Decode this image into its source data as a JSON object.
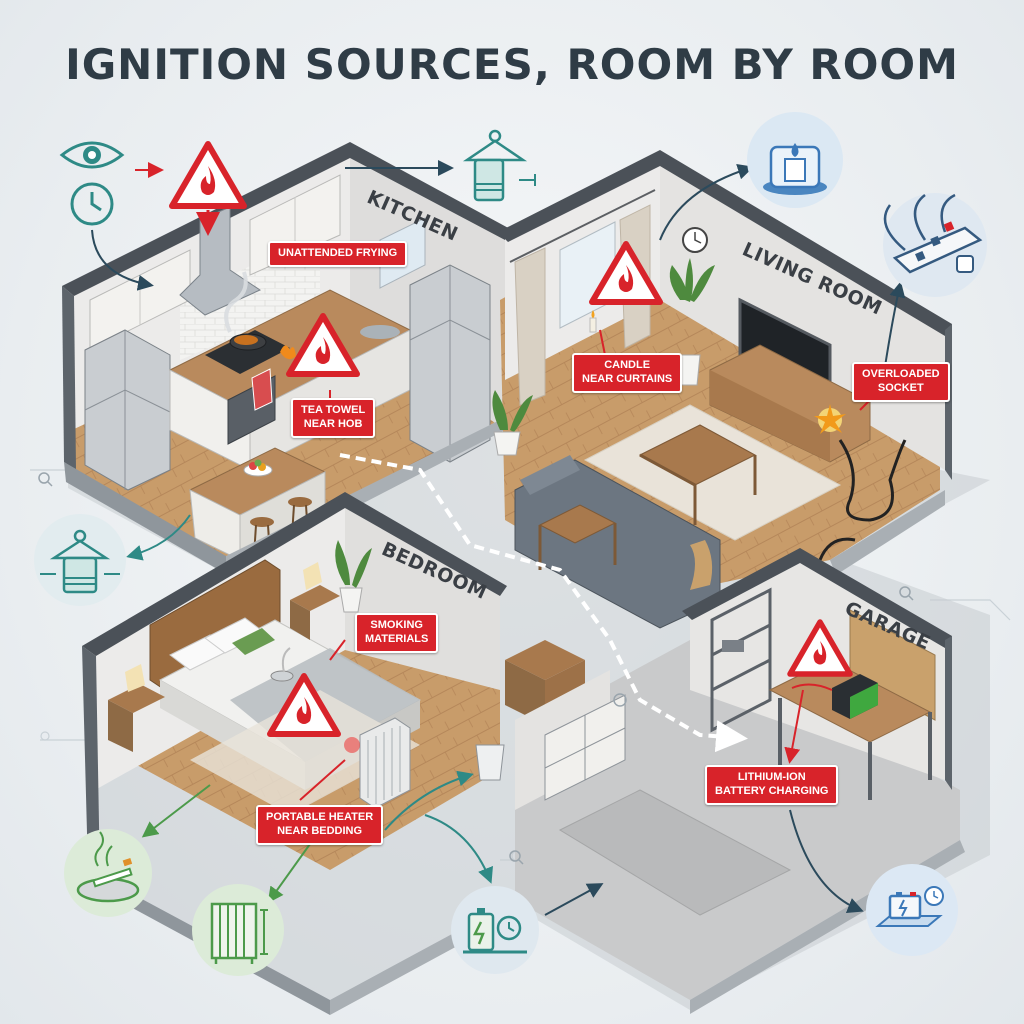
{
  "title": "IGNITION SOURCES, ROOM BY ROOM",
  "rooms": {
    "kitchen": "KITCHEN",
    "living_room": "LIVING ROOM",
    "bedroom": "BEDROOM",
    "garage": "GARAGE"
  },
  "hazards": {
    "unattended_frying": "UNATTENDED FRYING",
    "tea_towel": "TEA TOWEL\nNEAR HOB",
    "candle": "CANDLE\nNEAR CURTAINS",
    "overloaded_socket": "OVERLOADED\nSOCKET",
    "smoking": "SMOKING\nMATERIALS",
    "heater": "PORTABLE HEATER\nNEAR BEDDING",
    "lithium": "LITHIUM-ION\nBATTERY CHARGING"
  },
  "colors": {
    "hazard_red": "#d8232a",
    "accent_teal": "#2e8a86",
    "accent_blue": "#3b78b8",
    "accent_green": "#4c9a4a",
    "floor_wood": "#c59a68",
    "wall": "#e7e7e6"
  },
  "icons": [
    "eye-icon",
    "clock-icon",
    "fire-warning-icon",
    "towel-hanger-icon",
    "candle-icon",
    "power-strip-icon",
    "ashtray-cigarette-icon",
    "radiator-icon",
    "battery-charging-icon",
    "battery-timer-icon"
  ]
}
